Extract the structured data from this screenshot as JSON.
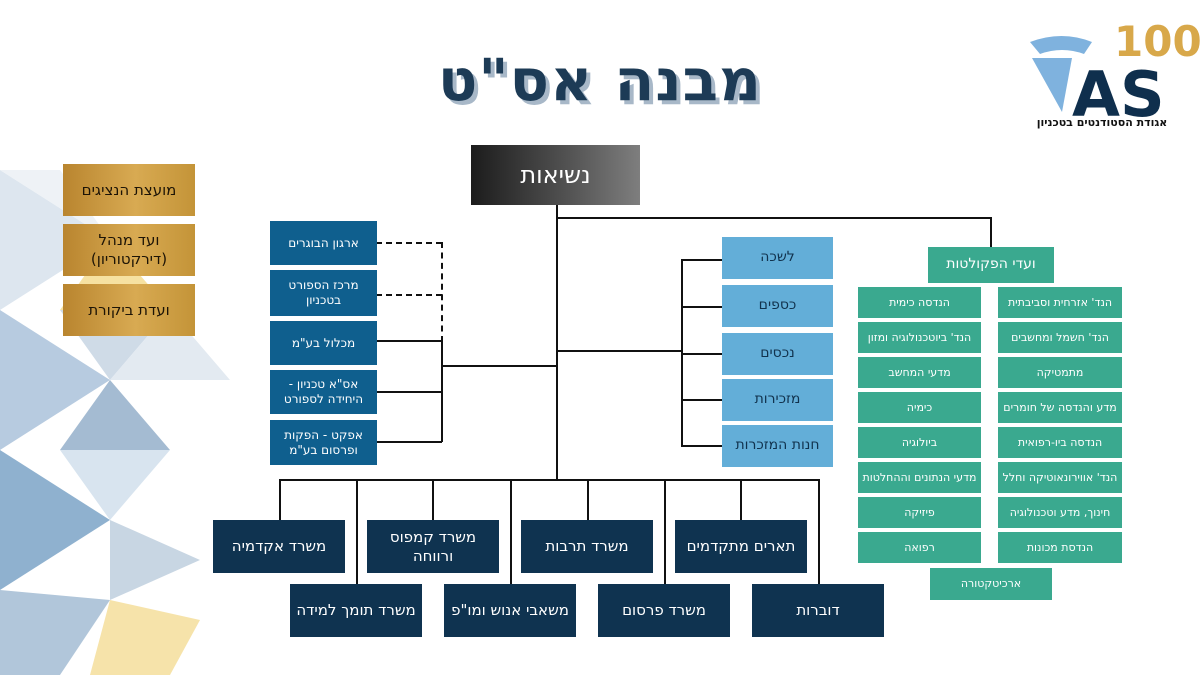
{
  "title": "מבנה אס\"ט",
  "logo": {
    "number": "100",
    "letters": "AS",
    "tagline": "אגודת הסטודנטים בטכניון"
  },
  "presidency": "נשיאות",
  "side_boxes": [
    "מועצת הנציגים",
    "ועד מנהל (דירקטוריון)",
    "ועדת ביקורת"
  ],
  "left_units": [
    "ארגון הבוגרים",
    "מרכז הספורט בטכניון",
    "מכלול בע\"מ",
    "אס\"א טכניון - היחידה לספורט",
    "אפקט - הפקות ופרסום בע\"מ"
  ],
  "center_units": [
    "לשכה",
    "כספים",
    "נכסים",
    "מזכירות",
    "חנות המזכרות"
  ],
  "faculties": {
    "title": "ועדי הפקולטות",
    "right_col": [
      "הנד' אזרחית וסביבתית",
      "הנד' חשמל ומחשבים",
      "מתמטיקה",
      "מדע והנדסה של חומרים",
      "הנדסה ביו-רפואית",
      "הנד' אווירונאוטיקה וחלל",
      "חינוך, מדע וטכנולוגיה",
      "הנדסת מכונות"
    ],
    "left_col": [
      "הנדסה כימית",
      "הנד' ביוטכנולוגיה ומזון",
      "מדעי המחשב",
      "כימיה",
      "ביולוגיה",
      "מדעי הנתונים וההחלטות",
      "פיזיקה",
      "רפואה"
    ],
    "bottom": "ארכיטקטורה"
  },
  "offices_top": [
    "משרד אקדמיה",
    "משרד קמפוס ורווחה",
    "משרד תרבות",
    "תארים מתקדמים"
  ],
  "offices_bottom": [
    "משרד תומך למידה",
    "משאבי אנוש ומו\"פ",
    "משרד פרסום",
    "דוברות"
  ],
  "colors": {
    "navy": "#0f3350",
    "blue": "#0f5f8e",
    "light_blue": "#63aed8",
    "green": "#3aa98f",
    "gold": "#c99a3f",
    "title": "#1d3b56"
  }
}
